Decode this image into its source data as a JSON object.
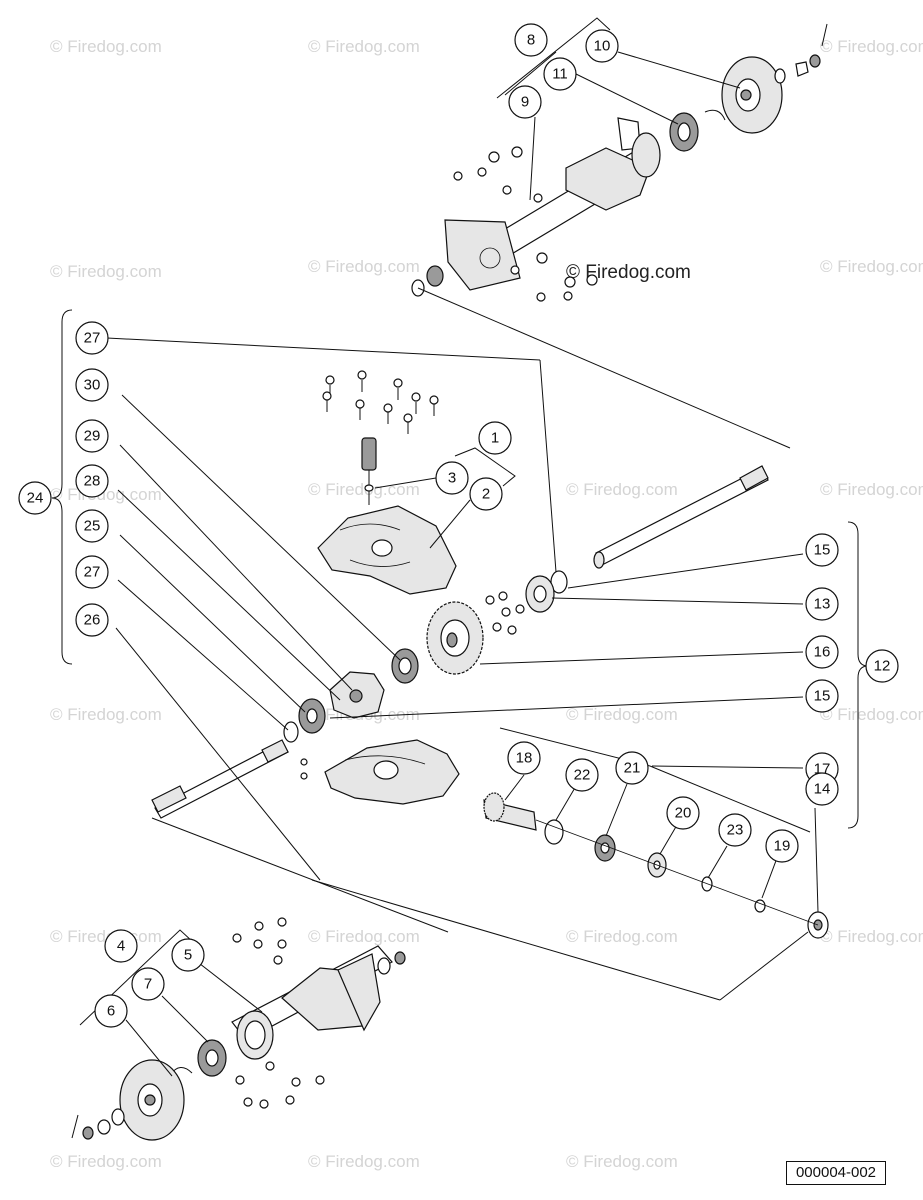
{
  "watermark": {
    "text": "© Firedog.com"
  },
  "reference_code": "000004-002",
  "callouts": [
    {
      "id": "c8",
      "label": "8"
    },
    {
      "id": "c10",
      "label": "10"
    },
    {
      "id": "c11",
      "label": "11"
    },
    {
      "id": "c9",
      "label": "9"
    },
    {
      "id": "c27a",
      "label": "27"
    },
    {
      "id": "c30",
      "label": "30"
    },
    {
      "id": "c29",
      "label": "29"
    },
    {
      "id": "c24",
      "label": "24"
    },
    {
      "id": "c28",
      "label": "28"
    },
    {
      "id": "c25",
      "label": "25"
    },
    {
      "id": "c27b",
      "label": "27"
    },
    {
      "id": "c26",
      "label": "26"
    },
    {
      "id": "c1",
      "label": "1"
    },
    {
      "id": "c3",
      "label": "3"
    },
    {
      "id": "c2",
      "label": "2"
    },
    {
      "id": "c15a",
      "label": "15"
    },
    {
      "id": "c13",
      "label": "13"
    },
    {
      "id": "c16",
      "label": "16"
    },
    {
      "id": "c12",
      "label": "12"
    },
    {
      "id": "c15b",
      "label": "15"
    },
    {
      "id": "c17",
      "label": "17"
    },
    {
      "id": "c14",
      "label": "14"
    },
    {
      "id": "c18",
      "label": "18"
    },
    {
      "id": "c22",
      "label": "22"
    },
    {
      "id": "c21",
      "label": "21"
    },
    {
      "id": "c20",
      "label": "20"
    },
    {
      "id": "c23",
      "label": "23"
    },
    {
      "id": "c19",
      "label": "19"
    },
    {
      "id": "c4",
      "label": "4"
    },
    {
      "id": "c5",
      "label": "5"
    },
    {
      "id": "c7",
      "label": "7"
    },
    {
      "id": "c6",
      "label": "6"
    }
  ]
}
